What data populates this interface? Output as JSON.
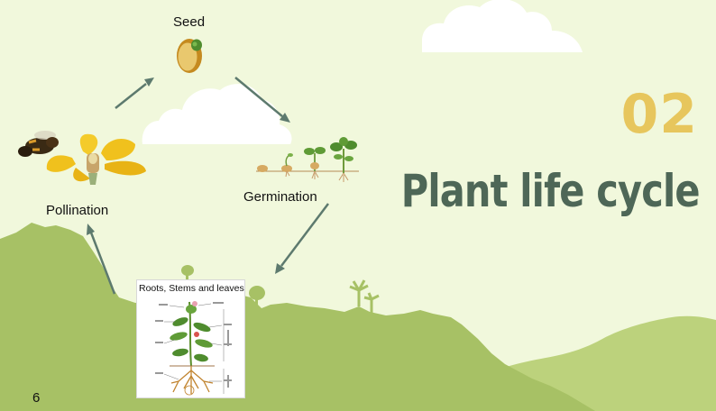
{
  "slide": {
    "section_number": "02",
    "title": "Plant life cycle",
    "page_number": "6"
  },
  "cycle": {
    "seed": "Seed",
    "germination": "Germination",
    "roots_stems_leaves": "Roots, Stems and leaves",
    "pollination": "Pollination"
  },
  "colors": {
    "background": "#f1f8dc",
    "hill_dark": "#a7c165",
    "hill_light": "#bcd27c",
    "section_number": "#e7c65d",
    "title": "#4e6757",
    "arrow": "#5d7a6e"
  }
}
